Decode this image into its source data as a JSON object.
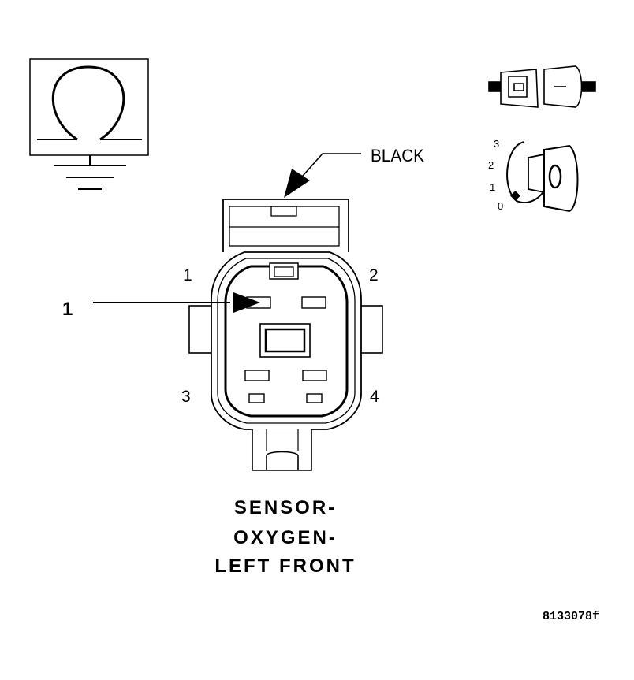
{
  "diagram": {
    "wire_color_label": "BLACK",
    "callout_number": "1",
    "pin_labels": {
      "pin1": "1",
      "pin2": "2",
      "pin3": "3",
      "pin4": "4"
    },
    "ignition_positions": {
      "p3": "3",
      "p2": "2",
      "p1": "1",
      "p0": "0"
    },
    "title_lines": [
      "SENSOR-",
      "OXYGEN-",
      "LEFT FRONT"
    ],
    "figure_code": "8133078f",
    "icons": [
      "ohmmeter-icon",
      "ground-icon",
      "connector-disconnect-icon",
      "ignition-key-icon"
    ]
  }
}
